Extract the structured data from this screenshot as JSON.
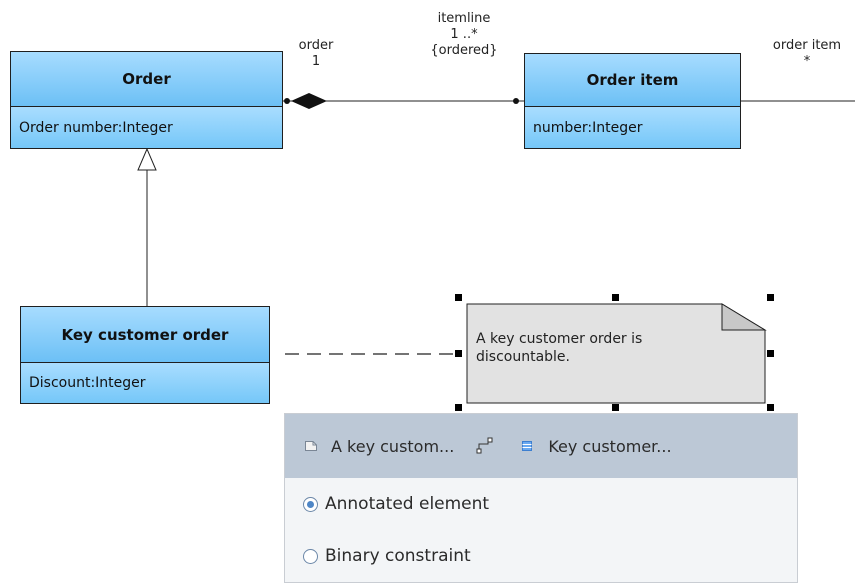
{
  "classes": {
    "order": {
      "name": "Order",
      "attribute": "Order number:Integer"
    },
    "order_item": {
      "name": "Order item",
      "attribute": "number:Integer"
    },
    "key_customer_order": {
      "name": "Key customer order",
      "attribute": "Discount:Integer"
    }
  },
  "associations": {
    "order_end": {
      "role": "order",
      "multiplicity": "1"
    },
    "itemline_end": {
      "role": "itemline",
      "multiplicity": "1 ..*",
      "constraint": "{ordered}"
    },
    "order_item_end": {
      "role": "order item",
      "multiplicity": "*"
    }
  },
  "note": {
    "line1": "A key customer order is",
    "line2": "discountable."
  },
  "popup": {
    "header": {
      "note_label": "A key custom...",
      "class_label": "Key customer..."
    },
    "options": [
      {
        "label": "Annotated element",
        "selected": true
      },
      {
        "label": "Binary constraint",
        "selected": false
      }
    ]
  },
  "colors": {
    "class_fill_top": "#a7dcff",
    "class_fill_bottom": "#6cc0f5",
    "note_fill": "#e2e2e2",
    "popup_header": "#bcc8d6",
    "radio_accent": "#4e86c6"
  }
}
